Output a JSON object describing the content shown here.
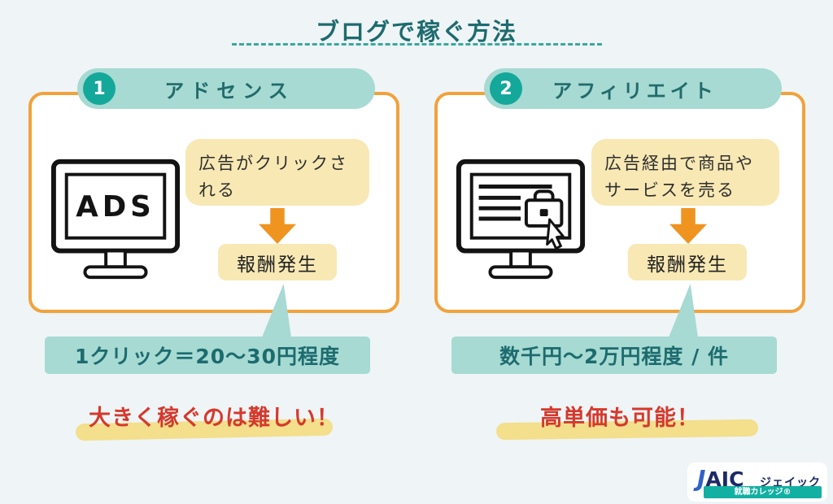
{
  "title": "ブログで稼ぐ方法",
  "cards": [
    {
      "number": "1",
      "title": "アドセンス",
      "bubble": "広告がクリックされる",
      "reward": "報酬発生",
      "result": "1クリック＝20〜30円程度",
      "note": "大きく稼ぐのは難しい！",
      "monitor_label": "ADS"
    },
    {
      "number": "2",
      "title": "アフィリエイト",
      "bubble": "広告経由で商品やサービスを売る",
      "reward": "報酬発生",
      "result": "数千円〜2万円程度 / 件",
      "note": "高単価も可能！"
    }
  ],
  "logo": {
    "brand_j": "J",
    "brand_rest": "AIC",
    "name": "ジェイック",
    "tagline": "就職カレッジ®"
  },
  "icons": {
    "ads_monitor": "ads-monitor-icon",
    "affiliate_monitor": "affiliate-monitor-icon",
    "down_arrow": "down-arrow-icon",
    "briefcase": "briefcase-icon",
    "cursor": "cursor-icon"
  },
  "colors": {
    "background": "#eff4f6",
    "teal_dark_text": "#1d6b6e",
    "teal_badge": "#14a89b",
    "teal_light": "#a6dad3",
    "orange_border": "#f1a23c",
    "orange_arrow": "#ef941f",
    "cream_box": "#f8e8b4",
    "red_note": "#d5392c",
    "yellow_highlight": "#f3df8c",
    "logo_navy": "#1b2a66",
    "logo_teal": "#12b0a2"
  }
}
